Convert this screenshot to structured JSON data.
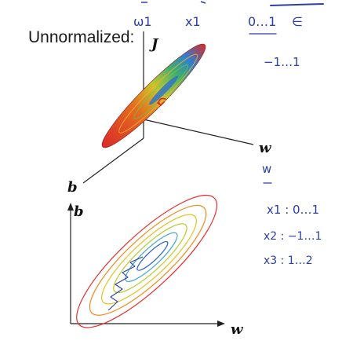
{
  "title": "Unnormalized:",
  "surface_plot": {
    "vertical_axis_label": "J",
    "left_axis_label": "b",
    "right_axis_label": "w"
  },
  "contour_plot": {
    "y_axis_label": "b",
    "x_axis_label": "w",
    "contour_colors": [
      "#e52e2e",
      "#f08a1c",
      "#e6c21e",
      "#b8cc2a",
      "#44a6c9",
      "#2a5fc0"
    ]
  },
  "handwritten_notes": {
    "top_row": [
      "ω1",
      "x1",
      "0…1",
      "∈"
    ],
    "right_side": [
      "−1…1",
      "w",
      "x1 : 0…1",
      "x2 : −1…1",
      "x3 : 1…2"
    ]
  }
}
